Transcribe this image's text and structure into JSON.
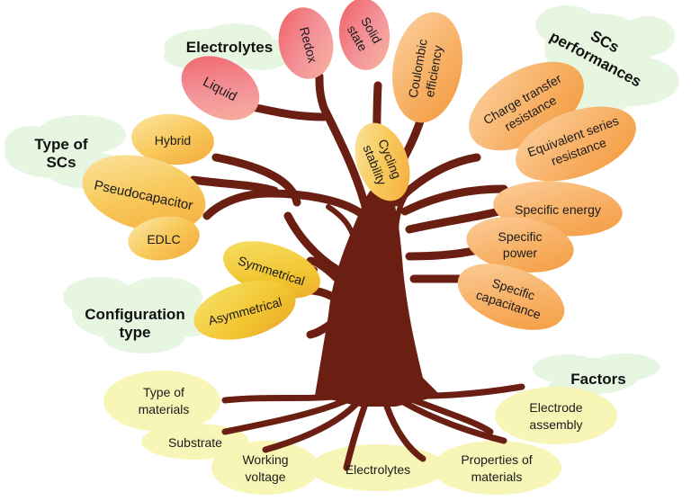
{
  "groups": {
    "electrolytes": {
      "title": "Electrolytes"
    },
    "type_of_scs": {
      "title_line1": "Type of",
      "title_line2": "SCs"
    },
    "configuration": {
      "title_line1": "Configuration",
      "title_line2": "type"
    },
    "performances": {
      "title_line1": "SCs",
      "title_line2": "performances"
    },
    "factors": {
      "title": "Factors"
    }
  },
  "leaves": {
    "liquid": "Liquid",
    "redox": "Redox",
    "solid_state": {
      "line1": "Solid",
      "line2": "state"
    },
    "coulombic": {
      "line1": "Coulombic",
      "line2": "efficiency"
    },
    "cycling": {
      "line1": "Cycling",
      "line2": "stability"
    },
    "hybrid": "Hybrid",
    "pseudocapacitor": "Pseudocapacitor",
    "edlc": "EDLC",
    "symmetrical": "Symmetrical",
    "asymmetrical": "Asymmetrical",
    "charge_transfer": {
      "line1": "Charge transfer",
      "line2": "resistance"
    },
    "esr": {
      "line1": "Equivalent series",
      "line2": "resistance"
    },
    "specific_energy": "Specific energy",
    "specific_power": {
      "line1": "Specific",
      "line2": "power"
    },
    "specific_capacitance": {
      "line1": "Specific",
      "line2": "capacitance"
    }
  },
  "factors": {
    "type_of_materials": {
      "line1": "Type of",
      "line2": "materials"
    },
    "substrate": "Substrate",
    "working_voltage": {
      "line1": "Working",
      "line2": "voltage"
    },
    "electrolytes": "Electrolytes",
    "properties": {
      "line1": "Properties of",
      "line2": "materials"
    },
    "electrode_assembly": {
      "line1": "Electrode",
      "line2": "assembly"
    }
  },
  "colors": {
    "trunk": "#6b1f12",
    "cloud": "#e5f5df",
    "factor_blob": "#f8f6b6",
    "leaf_red": "#f08a8a",
    "leaf_orange": "#f6b25e",
    "leaf_yellow": "#f5cf45"
  }
}
